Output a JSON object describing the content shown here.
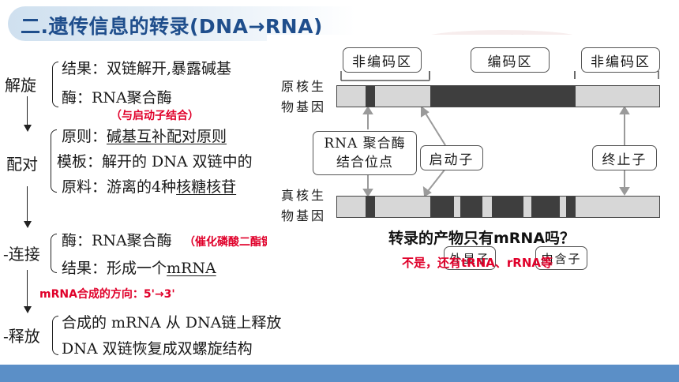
{
  "title": "二.遗传信息的转录(DNA→RNA)",
  "faint_overlay": "RNA聚合酶",
  "steps": {
    "unwind": {
      "name": "解旋",
      "result_label": "结果：",
      "result_text": "双链解开,暴露碱基",
      "enzyme_label": "酶：",
      "enzyme_text": "RNA聚合酶",
      "note": "（与启动子结合）"
    },
    "pair": {
      "name": "配对",
      "principle_label": "原则：",
      "principle_text": "碱基互补配对原则",
      "template_label": "模板：",
      "template_text": "解开的 DNA 双链中的",
      "material_label": "原料：",
      "material_text_pre": "游离的4种",
      "material_text_ul": "核糖核苷"
    },
    "link": {
      "name": "连接",
      "enzyme_label": "酶：",
      "enzyme_text": "RNA聚合酶",
      "enzyme_note": "（催化磷酸二酯键的形成）",
      "result_label": "结果：",
      "result_text_pre": "形成一个",
      "result_text_ul": "mRNA",
      "direction_note": "mRNA合成的方向：5'→3'"
    },
    "release": {
      "name": "释放",
      "line1": "合成的 mRNA 从 DNA链上释放",
      "line2": "DNA 双链恢复成双螺旋结构"
    }
  },
  "diagram": {
    "noncoding_left": "非编码区",
    "coding": "编码区",
    "noncoding_right": "非编码区",
    "prokaryote_label": "原核生\n物基因",
    "prokaryote_line1": "原核生",
    "prokaryote_line2": "物基因",
    "eukaryote_line1": "真核生",
    "eukaryote_line2": "物基因",
    "rnap_site_line1": "RNA 聚合酶",
    "rnap_site_line2": "结合位点",
    "promoter": "启动子",
    "terminator": "终止子",
    "exon": "外显子",
    "intron": "内含子"
  },
  "question": "转录的产物只有mRNA吗？",
  "answer": "不是，还有tRNA、rRNA等",
  "colors": {
    "title": "#1f4e8c",
    "note_red": "#e0002a",
    "footer": "#5b8fc7"
  }
}
